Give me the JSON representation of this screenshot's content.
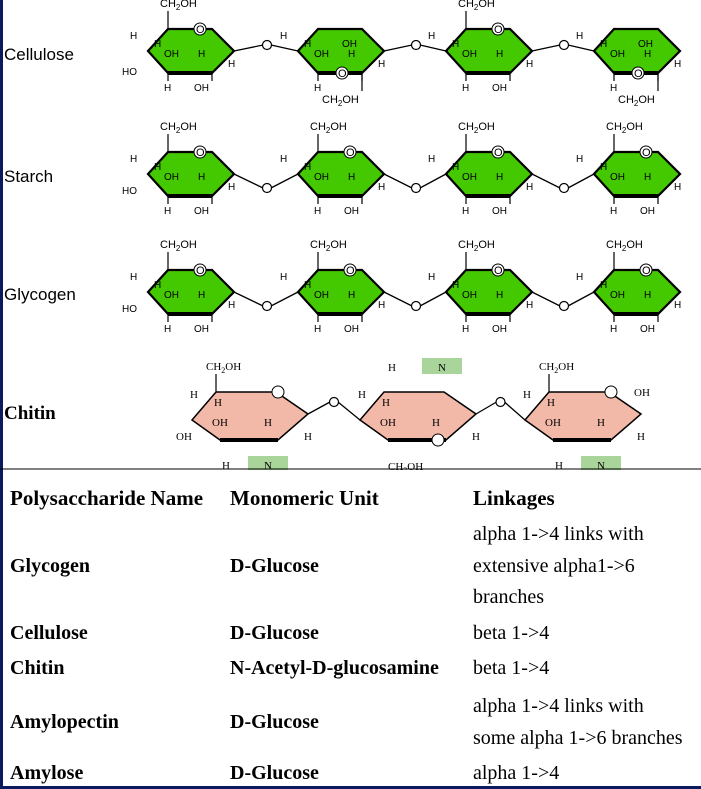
{
  "diagram": {
    "rows": [
      {
        "name": "Cellulose",
        "style": "beta",
        "ring_color": "#44c800"
      },
      {
        "name": "Starch",
        "style": "alpha",
        "ring_color": "#44c800"
      },
      {
        "name": "Glycogen",
        "style": "alpha",
        "ring_color": "#44c800"
      },
      {
        "name": "Chitin",
        "style": "chitin",
        "ring_color": "#f2b8a8"
      }
    ],
    "atoms": {
      "ch2oh": "CH2OH",
      "ch2oh_sub": "2",
      "h": "H",
      "oh": "OH",
      "ho": "HO",
      "o": "O",
      "n": "N"
    },
    "n_box_color": "#a9d59a"
  },
  "table": {
    "headers": [
      "Polysaccharide Name",
      "Monomeric Unit",
      "Linkages"
    ],
    "rows": [
      {
        "name": "Glycogen",
        "unit": "D-Glucose",
        "linkage": [
          "alpha 1->4 links with",
          "extensive alpha1->6",
          "branches"
        ]
      },
      {
        "name": "Cellulose",
        "unit": "D-Glucose",
        "linkage": [
          "beta 1->4"
        ]
      },
      {
        "name": "Chitin",
        "unit": "N-Acetyl-D-glucosamine",
        "linkage": [
          "beta 1->4"
        ]
      },
      {
        "name": "Amylopectin",
        "unit": "D-Glucose",
        "linkage": [
          "alpha 1->4 links with",
          "some alpha 1->6 branches"
        ]
      },
      {
        "name": "Amylose",
        "unit": "D-Glucose",
        "linkage": [
          "alpha 1->4"
        ]
      }
    ]
  }
}
